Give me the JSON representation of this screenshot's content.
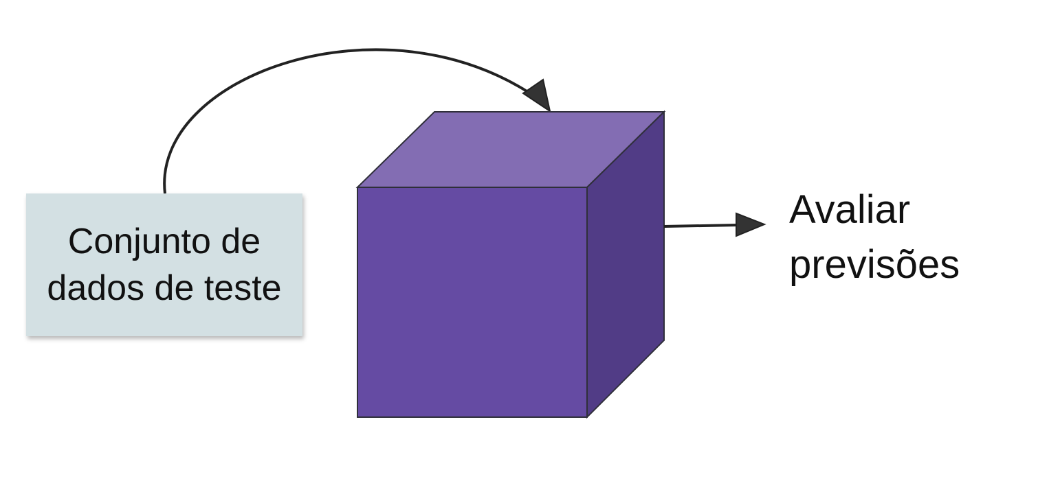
{
  "input_box": {
    "lines": [
      "Conjunto de",
      "dados de teste"
    ]
  },
  "output_label": {
    "lines": [
      "Avaliar",
      "previsões"
    ]
  },
  "colors": {
    "input_box_fill": "#d3e0e3",
    "cube_front": "#654ba3",
    "cube_top": "#836db3",
    "cube_side": "#513c86",
    "cube_edge": "#2f2f3a",
    "arrow": "#333333",
    "text": "#111111"
  },
  "icons": {
    "model": "purple-cube-icon",
    "flow": "arrow-icon"
  }
}
